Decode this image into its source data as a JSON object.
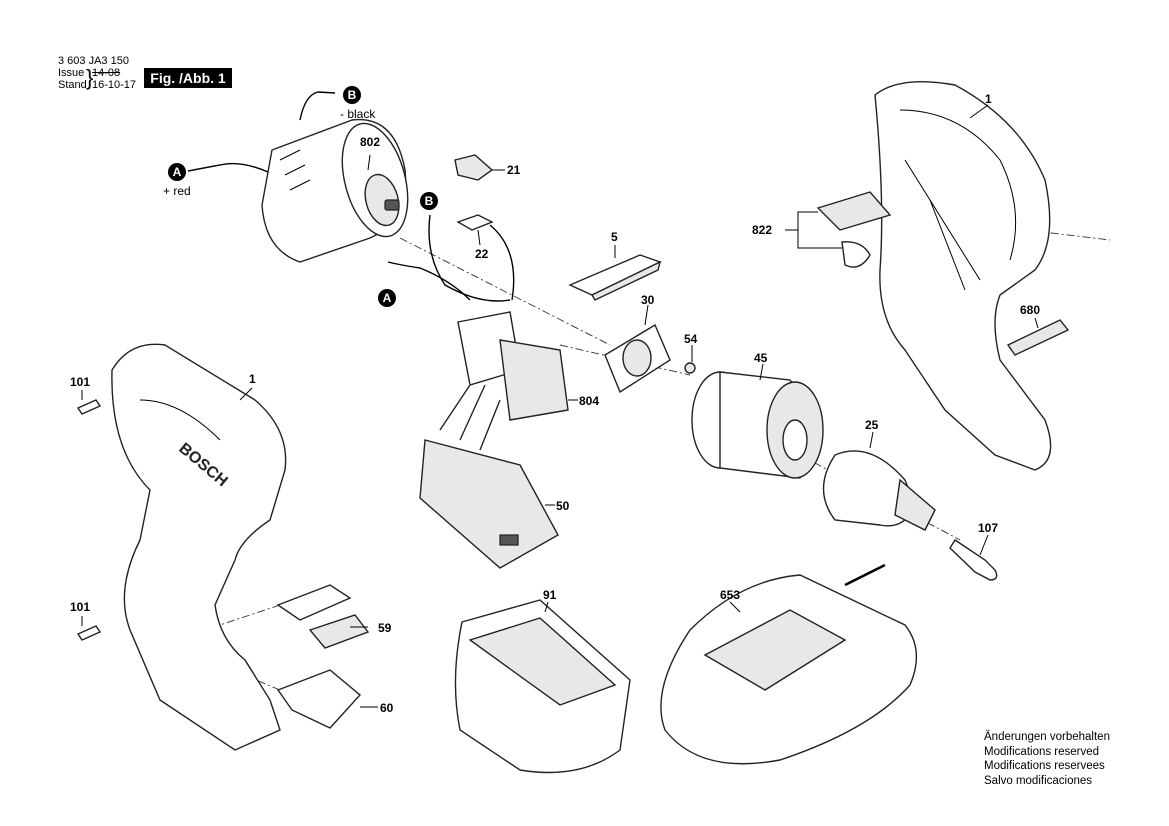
{
  "header": {
    "doc_number": "3 603 JA3 150",
    "issue_label": "Issue",
    "issue_value": "14-08",
    "stand_label": "Stand",
    "stand_value": "16-10-17",
    "figure_label": "Fig. /Abb. 1"
  },
  "wires": {
    "a_label": "A",
    "a_text": "+ red",
    "b_label": "B",
    "b_text": "- black"
  },
  "parts": {
    "p802": "802",
    "p21": "21",
    "p22": "22",
    "p5": "5",
    "p30": "30",
    "p54": "54",
    "p45": "45",
    "p804": "804",
    "p50": "50",
    "p25": "25",
    "p107": "107",
    "p1_right": "1",
    "p822": "822",
    "p680": "680",
    "p101_top": "101",
    "p101_bottom": "101",
    "p1_left": "1",
    "p59": "59",
    "p60": "60",
    "p91": "91",
    "p653": "653"
  },
  "footer": {
    "line1": "Änderungen vorbehalten",
    "line2": "Modifications reserved",
    "line3": "Modifications reservees",
    "line4": "Salvo modificaciones"
  },
  "brand_text": "BOSCH"
}
